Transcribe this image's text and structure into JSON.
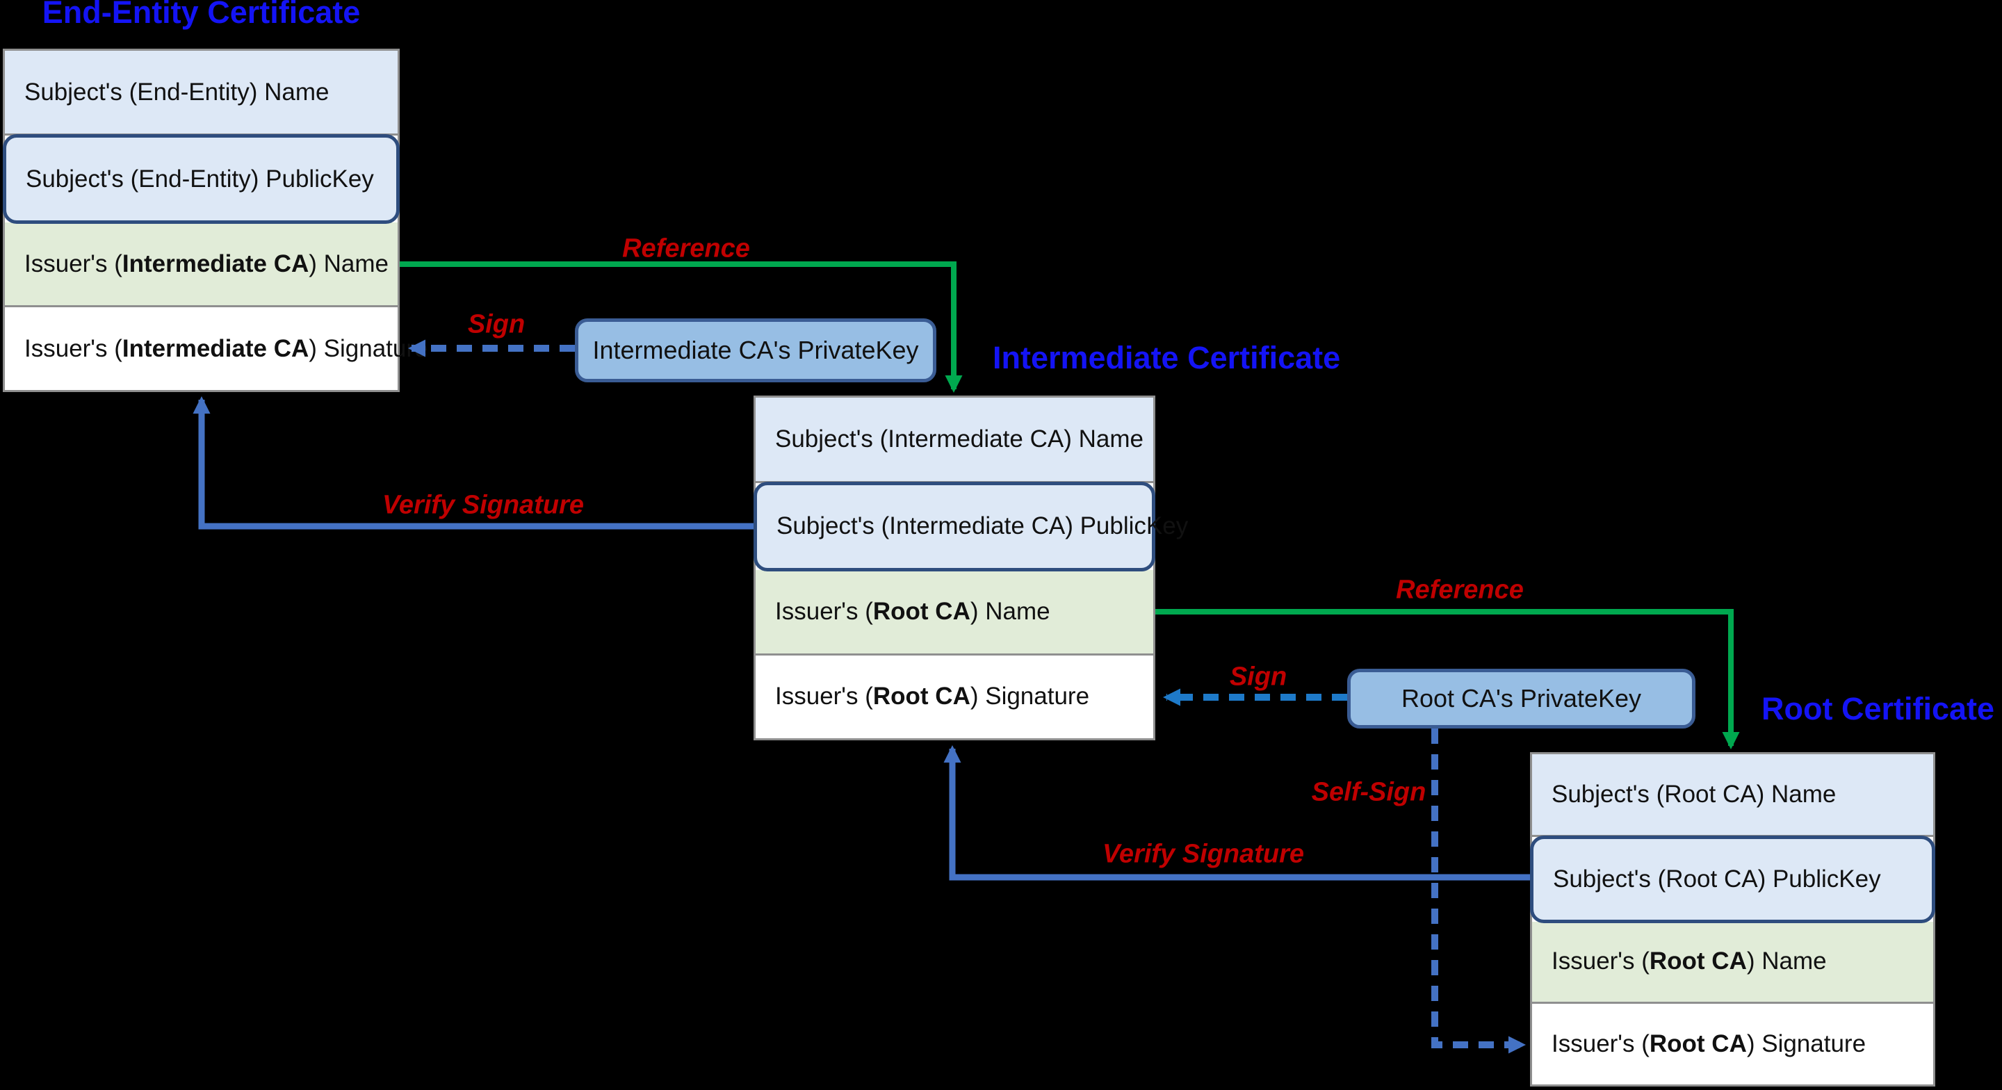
{
  "diagram": {
    "background": "#000000",
    "colors": {
      "title_blue": "#1414f5",
      "label_red": "#c00000",
      "reference_arrow_green": "#00a84f",
      "sign_verify_arrow_blue": "#4472c4",
      "root_sign_arrow_blue": "#1e7ac9",
      "row_blue_fill": "#dde8f6",
      "row_green_fill": "#e1ecd8",
      "row_white_fill": "#ffffff",
      "pubkey_border": "#2e4d7e",
      "privatekey_fill": "#97bee4",
      "privatekey_border": "#3a5c94",
      "box_border_gray": "#8f8f8f"
    },
    "certificates": [
      {
        "title": "End-Entity Certificate",
        "rows": [
          {
            "pre": "Subject's (End-Entity) Name",
            "bold": "",
            "post": ""
          },
          {
            "pre": "Subject's (End-Entity) PublicKey",
            "bold": "",
            "post": ""
          },
          {
            "pre": "Issuer's (",
            "bold": "Intermediate CA",
            "post": ") Name"
          },
          {
            "pre": "Issuer's (",
            "bold": "Intermediate CA",
            "post": ") Signature"
          }
        ]
      },
      {
        "title": "Intermediate Certificate",
        "rows": [
          {
            "pre": "Subject's (Intermediate CA) Name",
            "bold": "",
            "post": ""
          },
          {
            "pre": "Subject's (Intermediate CA) PublicKey",
            "bold": "",
            "post": ""
          },
          {
            "pre": "Issuer's (",
            "bold": "Root CA",
            "post": ") Name"
          },
          {
            "pre": "Issuer's (",
            "bold": "Root CA",
            "post": ") Signature"
          }
        ]
      },
      {
        "title": "Root Certificate",
        "rows": [
          {
            "pre": "Subject's (Root CA) Name",
            "bold": "",
            "post": ""
          },
          {
            "pre": "Subject's (Root CA) PublicKey",
            "bold": "",
            "post": ""
          },
          {
            "pre": "Issuer's (",
            "bold": "Root CA",
            "post": ") Name"
          },
          {
            "pre": "Issuer's (",
            "bold": "Root CA",
            "post": ") Signature"
          }
        ]
      }
    ],
    "private_keys": [
      {
        "label": "Intermediate CA's PrivateKey"
      },
      {
        "label": "Root CA's PrivateKey"
      }
    ],
    "arrow_labels": {
      "reference1": "Reference",
      "sign1": "Sign",
      "verify1": "Verify Signature",
      "reference2": "Reference",
      "sign2": "Sign",
      "self_sign": "Self-Sign",
      "verify2": "Verify Signature"
    }
  }
}
